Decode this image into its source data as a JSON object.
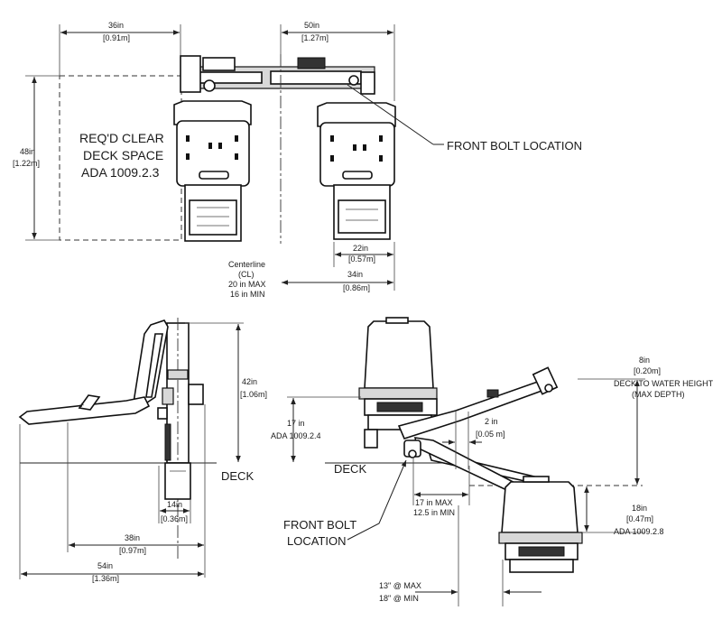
{
  "top_view": {
    "dim_36": {
      "value": "36in",
      "metric": "[0.91m]"
    },
    "dim_50": {
      "value": "50in",
      "metric": "[1.27m]"
    },
    "dim_48": {
      "value": "48in",
      "metric": "[1.22m]"
    },
    "clear_space": {
      "line1": "REQ'D CLEAR",
      "line2": "DECK SPACE",
      "line3": "ADA 1009.2.3"
    },
    "front_bolt": "FRONT BOLT LOCATION",
    "dim_22": {
      "value": "22in",
      "metric": "[0.57m]"
    },
    "centerline": {
      "line1": "Centerline",
      "line2": "(CL)",
      "line3": "20 in MAX",
      "line4": "16 in MIN"
    },
    "dim_34": {
      "value": "34in",
      "metric": "[0.86m]"
    }
  },
  "side_view": {
    "dim_42": {
      "value": "42in",
      "metric": "[1.06m]"
    },
    "deck": "DECK",
    "dim_14": {
      "value": "14in",
      "metric": "[0.36m]"
    },
    "dim_38": {
      "value": "38in",
      "metric": "[0.97m]"
    },
    "dim_54": {
      "value": "54in",
      "metric": "[1.36m]"
    }
  },
  "lift_view": {
    "dim_8": {
      "value": "8in",
      "metric": "[0.20m]"
    },
    "deck_to_water": {
      "line1": "DECK TO WATER HEIGHT",
      "line2": "(MAX DEPTH)"
    },
    "dim_17": {
      "value": "17 in",
      "ref": "ADA 1009.2.4"
    },
    "dim_2": {
      "value": "2 in",
      "metric": "[0.05 m]"
    },
    "deck": "DECK",
    "reach": {
      "line1": "17 in MAX",
      "line2": "12.5 in MIN"
    },
    "front_bolt": {
      "line1": "FRONT BOLT",
      "line2": "LOCATION"
    },
    "dim_18": {
      "value": "18in",
      "metric": "[0.47m]",
      "ref": "ADA 1009.2.8"
    },
    "seat_offset": {
      "line1": "13\" @ MAX",
      "line2": "18\" @ MIN"
    }
  }
}
